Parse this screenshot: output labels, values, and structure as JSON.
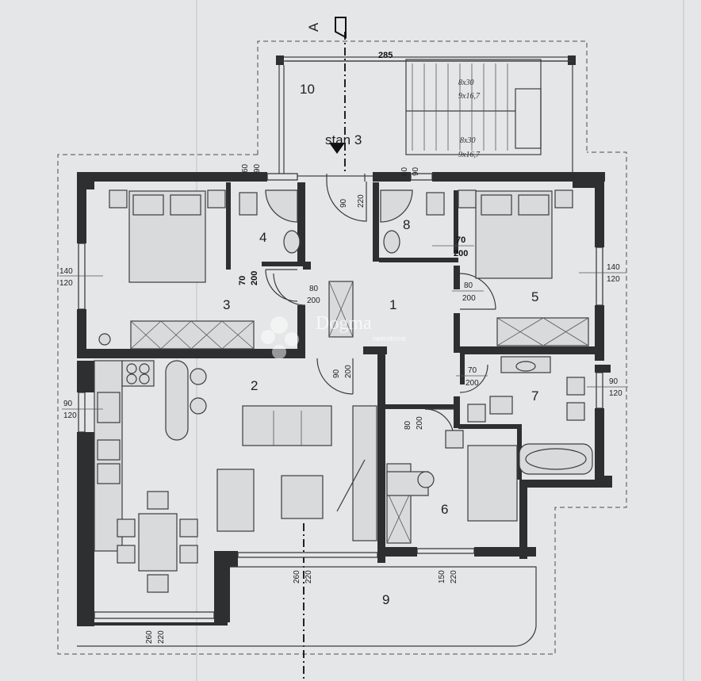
{
  "section_marker": "A",
  "unit_label": "stan 3",
  "stair": {
    "width_dim": "285",
    "flight_1": [
      "8x30",
      "9x16,7"
    ],
    "flight_2": [
      "8x30",
      "9x16,7"
    ]
  },
  "rooms": [
    "1",
    "2",
    "3",
    "4",
    "5",
    "6",
    "7",
    "8",
    "9",
    "10"
  ],
  "dimensions": {
    "entry_door": [
      "90",
      "220"
    ],
    "wc_left_window": [
      "60",
      "90"
    ],
    "wc_right_window": [
      "60",
      "90"
    ],
    "room3_window": [
      "140",
      "120"
    ],
    "room5_window": [
      "140",
      "120"
    ],
    "kitchen_window": [
      "90",
      "120"
    ],
    "bath7_window": [
      "90",
      "120"
    ],
    "door_4": [
      "70",
      "200"
    ],
    "door_8": [
      "70",
      "200"
    ],
    "door_3": [
      "80",
      "200"
    ],
    "door_5": [
      "80",
      "200"
    ],
    "door_2": [
      "90",
      "200"
    ],
    "door_7": [
      "70",
      "200"
    ],
    "door_6": [
      "80",
      "200"
    ],
    "living_glass": [
      "260",
      "220"
    ],
    "room6_glass": [
      "150",
      "220"
    ],
    "dining_glass": [
      "260",
      "220"
    ]
  },
  "watermark": {
    "brand": "Dogma",
    "sub": "nekretnine"
  },
  "colors": {
    "paper": "#e4e6e7",
    "wall": "#2d2f31"
  }
}
